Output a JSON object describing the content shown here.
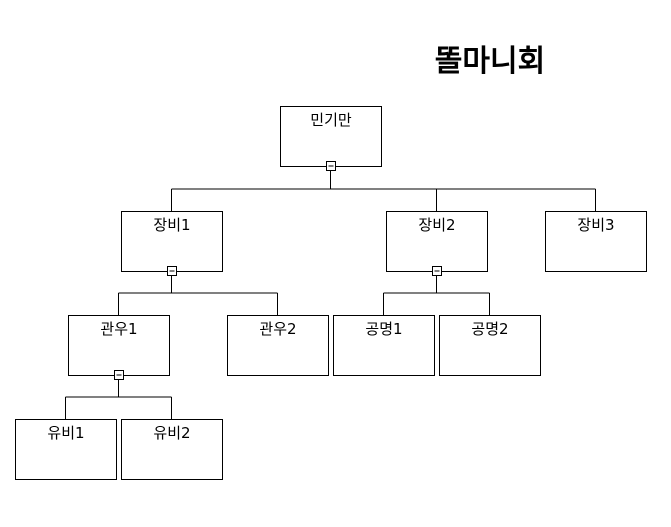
{
  "title": "똘마니회",
  "nodes": [
    {
      "id": "root",
      "label": "민기만",
      "parent": null,
      "collapsible": true
    },
    {
      "id": "eq1",
      "label": "장비1",
      "parent": "root",
      "collapsible": true
    },
    {
      "id": "eq2",
      "label": "장비2",
      "parent": "root",
      "collapsible": true
    },
    {
      "id": "eq3",
      "label": "장비3",
      "parent": "root",
      "collapsible": false
    },
    {
      "id": "gw1",
      "label": "관우1",
      "parent": "eq1",
      "collapsible": true
    },
    {
      "id": "gw2",
      "label": "관우2",
      "parent": "eq1",
      "collapsible": false
    },
    {
      "id": "gm1",
      "label": "공명1",
      "parent": "eq2",
      "collapsible": false
    },
    {
      "id": "gm2",
      "label": "공명2",
      "parent": "eq2",
      "collapsible": false
    },
    {
      "id": "yb1",
      "label": "유비1",
      "parent": "gw1",
      "collapsible": false
    },
    {
      "id": "yb2",
      "label": "유비2",
      "parent": "gw1",
      "collapsible": false
    }
  ]
}
